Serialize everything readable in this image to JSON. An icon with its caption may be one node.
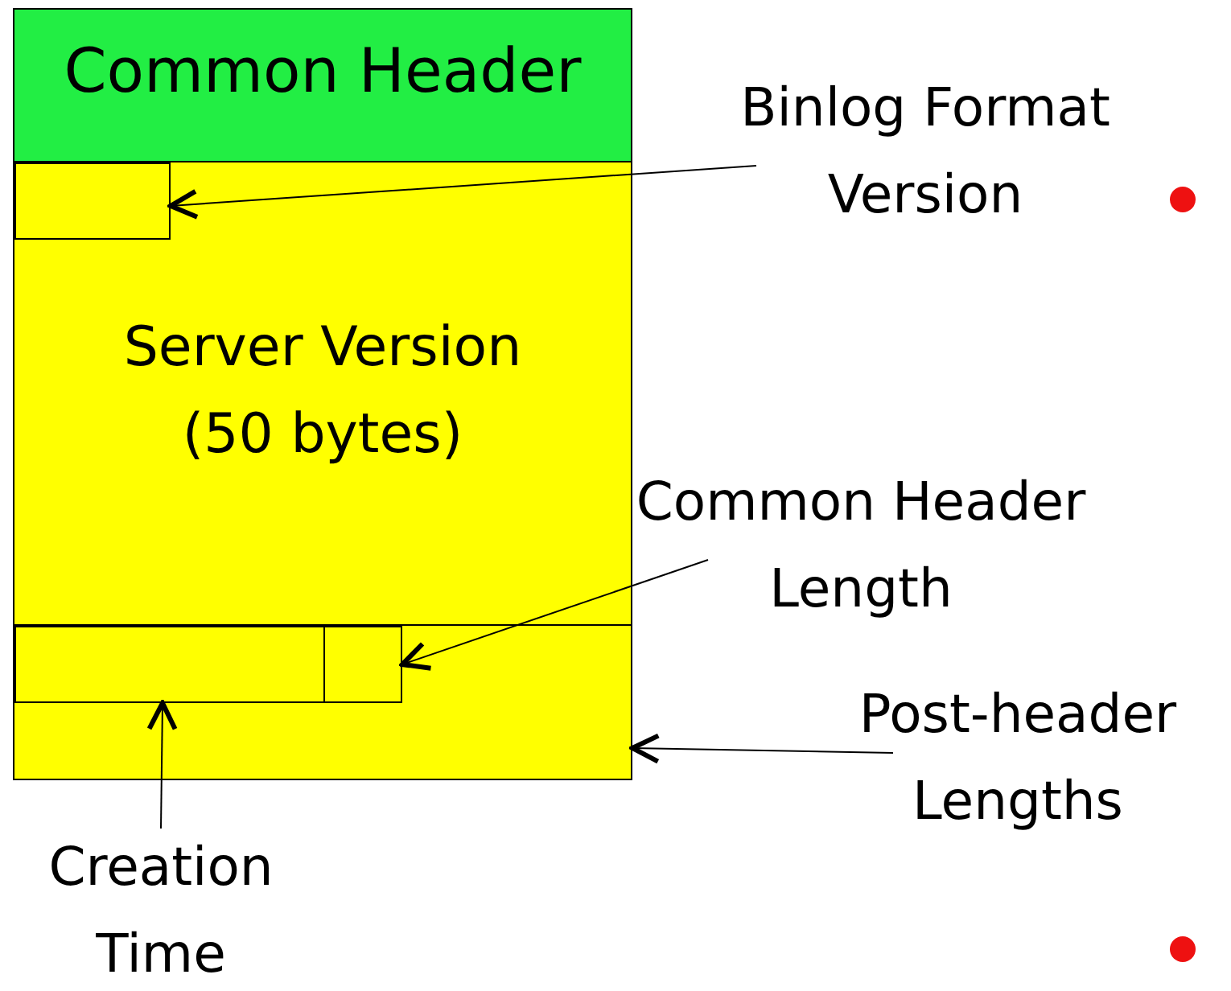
{
  "diagram": {
    "nodes": [
      {
        "text": [
          "Common Header"
        ]
      },
      {
        "text": [
          "Server Version (50 bytes)"
        ]
      },
      {
        "text": [],
        "shape": "box",
        "in": 1
      },
      {
        "text": [],
        "shape": "box",
        "in": 1
      },
      {
        "text": [],
        "shape": "box",
        "in": 1
      },
      {
        "text": [
          "Binlog Format Version"
        ]
      },
      {
        "text": [
          "Common Header Length"
        ]
      },
      {
        "text": [
          "Post-header Lengths"
        ]
      },
      {
        "text": [
          "Creation Time"
        ]
      }
    ],
    "edges": [
      {
        "from": 5,
        "to": 2,
        "arrow": "to"
      },
      {
        "from": 6,
        "to": 4,
        "arrow": "to"
      },
      {
        "from": 7,
        "to": 1,
        "arrow": "to"
      },
      {
        "from": 8,
        "to": 3,
        "arrow": "to"
      }
    ]
  }
}
